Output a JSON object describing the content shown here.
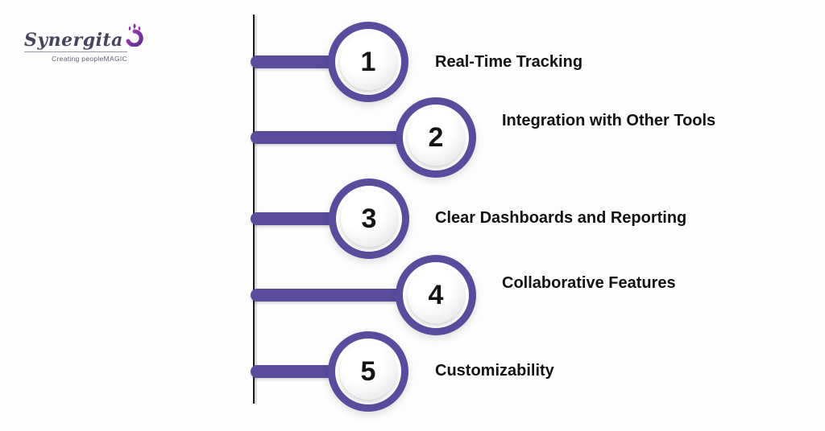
{
  "logo": {
    "brand": "Synergita",
    "tagline": "Creating peopleMAGIC",
    "icon": "peacock-swirl-icon"
  },
  "timeline": {
    "items": [
      {
        "number": "1",
        "label": "Real-Time Tracking"
      },
      {
        "number": "2",
        "label": "Integration with Other Tools"
      },
      {
        "number": "3",
        "label": "Clear Dashboards and Reporting"
      },
      {
        "number": "4",
        "label": "Collaborative Features"
      },
      {
        "number": "5",
        "label": "Customizability"
      }
    ],
    "colors": {
      "accent_purple": "#5a4b9d",
      "spine_black": "#1b1b1b",
      "label_black": "#131313",
      "circle_inner_from": "#ffffff",
      "circle_inner_to": "#dfdfe3",
      "logo_purple": "#8a35a8",
      "logo_text": "#45455c"
    }
  }
}
